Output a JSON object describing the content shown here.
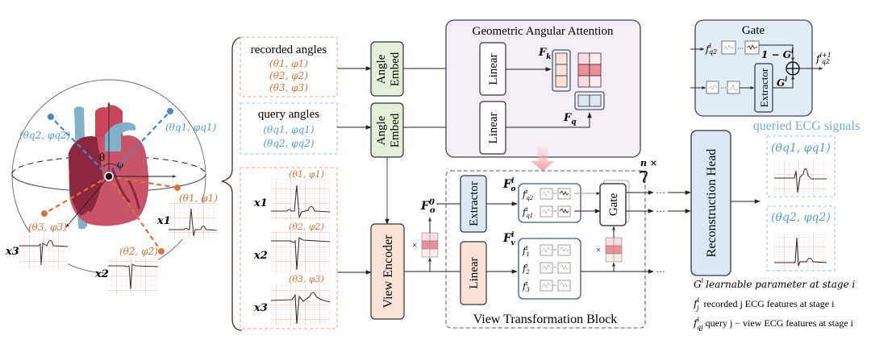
{
  "colors": {
    "recorded_orange": "#d9733a",
    "query_blue": "#5b9bd5",
    "heart_red": "#c8475a",
    "heart_dark": "#8b2840",
    "vessel_blue": "#7fb1c8",
    "angle_embed_fill": "#e3efd9",
    "view_encoder_fill": "#f8e3d6",
    "extractor_fill": "#dce9f5",
    "gaa_fill": "#f5eef7",
    "gate_fill": "#e2ecf6",
    "recon_fill": "#dce9f5",
    "attention_pink": "#ec8f9a"
  },
  "sphere": {
    "theta_label": "θ",
    "phi_label": "φ",
    "query_points": [
      {
        "label": "(θq1, φq1)",
        "name": "query-point-1"
      },
      {
        "label": "(θq2, φq2)",
        "name": "query-point-2"
      }
    ],
    "recorded_points": [
      {
        "label": "(θ1, φ1)",
        "signal": "x1"
      },
      {
        "label": "(θ2, φ2)",
        "signal": "x2"
      },
      {
        "label": "(θ3, φ3)",
        "signal": "x3"
      }
    ]
  },
  "inputs": {
    "recorded_title": "recorded angles",
    "recorded_angles": [
      "(θ1, φ1)",
      "(θ2, φ2)",
      "(θ3, φ3)"
    ],
    "query_title": "query angles",
    "query_angles": [
      "(θq1, φq1)",
      "(θq2, φq2)"
    ],
    "signals": [
      {
        "angle": "(θ1, φ1)",
        "label": "x1"
      },
      {
        "angle": "(θ2, φ2)",
        "label": "x2"
      },
      {
        "angle": "(θ3, φ3)",
        "label": "x3"
      }
    ]
  },
  "modules": {
    "angle_embed_1": [
      "Angle",
      "Embed"
    ],
    "angle_embed_2": [
      "Angle",
      "Embed"
    ],
    "view_encoder": "View Encoder",
    "gaa_title": "Geometric Angular Attention",
    "linear_k": "Linear",
    "linear_q": "Linear",
    "fk_label": "F",
    "fk_sub": "k",
    "fq_label": "F",
    "fq_sub": "q",
    "f0_label": "F",
    "f0_sup": "0",
    "f0_sub": "o",
    "vtb_title": "View Transformation Block",
    "extractor": "Extractor",
    "linear_v": "Linear",
    "gate": "Gate",
    "foi_label": "F",
    "foi_sup": "i",
    "foi_sub": "o",
    "fvi_label": "F",
    "fvi_sup": "i",
    "fvi_sub": "v",
    "repeat_label": "n ×",
    "times_symbol": "×",
    "ellipsis": "···",
    "recon_head": "Reconstruction Head",
    "query_feats": [
      {
        "name": "f",
        "sub": "q2",
        "sup": "i"
      },
      {
        "name": "f",
        "sub": "q1",
        "sup": "i"
      }
    ],
    "recorded_feats": [
      {
        "name": "f",
        "sub": "1",
        "sup": "i"
      },
      {
        "name": "f",
        "sub": "2",
        "sup": "i"
      },
      {
        "name": "f",
        "sub": "3",
        "sup": "i"
      }
    ]
  },
  "gate_detail": {
    "title": "Gate",
    "input_label": "f",
    "input_sub": "q2",
    "input_sup": "i",
    "one_minus_g": "1 − G",
    "g_sup": "i",
    "g_label": "G",
    "extractor": "Extractor",
    "output_label": "f",
    "output_sub": "q2",
    "output_sup": "i+1",
    "dots": "···"
  },
  "outputs": {
    "title": "queried ECG signals",
    "signals": [
      {
        "angle": "(θq1, φq1)"
      },
      {
        "angle": "(θq2, φq2)"
      }
    ]
  },
  "legend": [
    {
      "symbol": "G",
      "sup": "i",
      "text": "learnable parameter at stage i"
    },
    {
      "symbol": "f",
      "sup": "i",
      "sub": "j",
      "text": "recorded j ECG features at stage i"
    },
    {
      "symbol": "f",
      "sup": "i",
      "sub": "qj",
      "text": "query j − view ECG features at stage i"
    }
  ]
}
